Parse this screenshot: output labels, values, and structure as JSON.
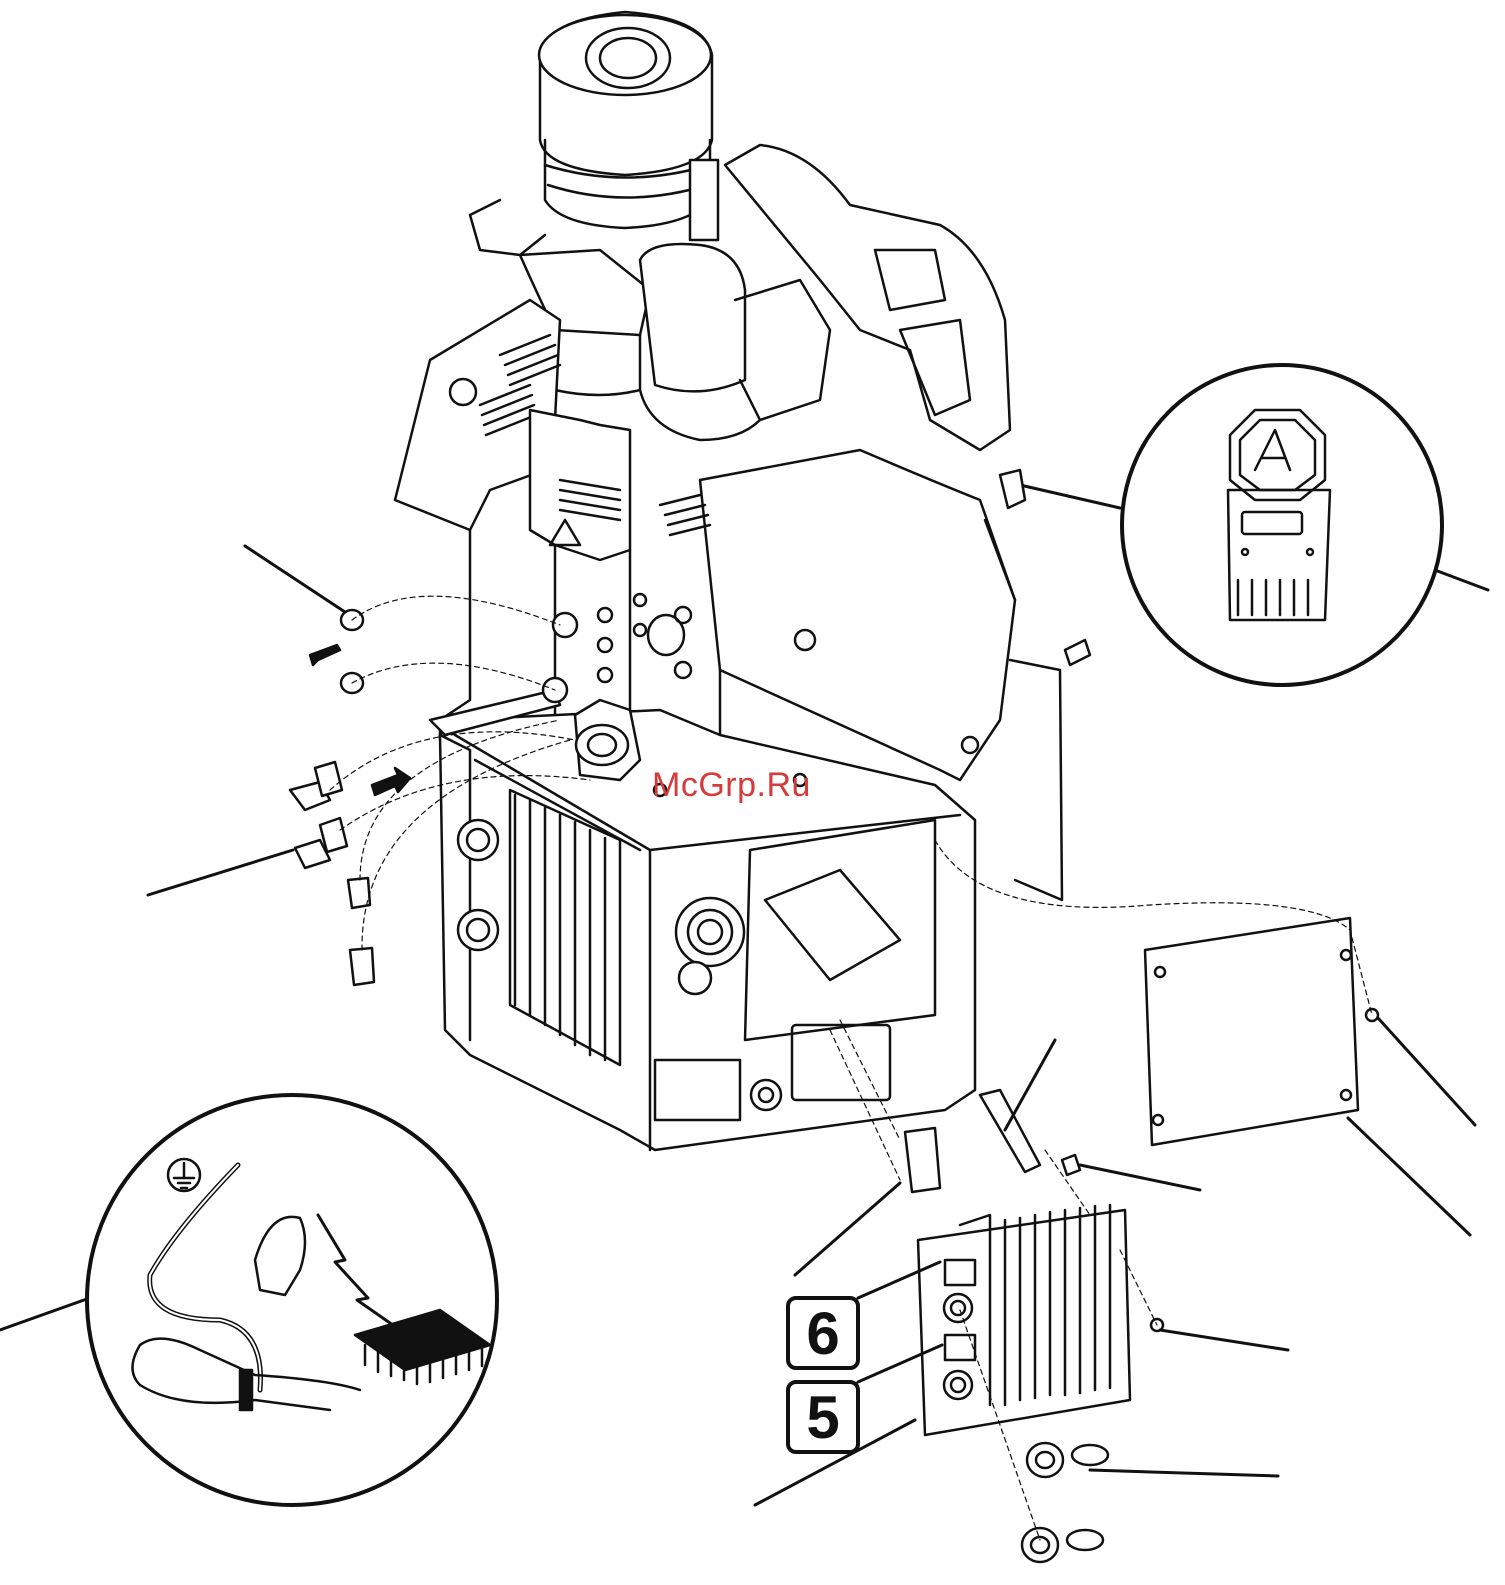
{
  "watermark": {
    "text": "McGrp.Ru",
    "color": "#d63a3a"
  },
  "callouts": [
    {
      "id": "6",
      "label": "6"
    },
    {
      "id": "5",
      "label": "5"
    }
  ],
  "icons": {
    "ground": "ground-symbol-icon",
    "esd": "electrostatic-discharge-icon",
    "logo": "graco-logo-icon"
  },
  "colors": {
    "line": "#111111",
    "background": "#ffffff",
    "watermark": "#d63a3a"
  }
}
